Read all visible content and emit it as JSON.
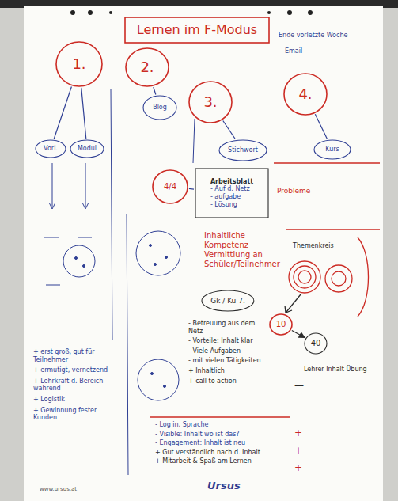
{
  "diagram": {
    "title": "Lernen im F-Modus",
    "nodes": [
      {
        "text": [
          "1."
        ]
      },
      {
        "text": [
          "2."
        ]
      },
      {
        "text": [
          "3."
        ]
      },
      {
        "text": [
          "4."
        ]
      },
      {
        "text": [
          "Vorl."
        ]
      },
      {
        "text": [
          "Modul"
        ]
      },
      {
        "text": [
          "Blog"
        ]
      },
      {
        "text": [
          "Stichwort"
        ]
      },
      {
        "text": [
          "Kurs"
        ]
      },
      {
        "text": [
          "4/4"
        ]
      },
      {
        "text": [
          "Arbeitsblatt",
          "- Auf d. Netz",
          "- aufgabe",
          "- Lösung"
        ]
      },
      {
        "text": [
          "Gk / Kü 7."
        ]
      },
      {
        "text": [
          "10"
        ]
      },
      {
        "text": [
          "40"
        ]
      }
    ],
    "edges": [
      {
        "from": 0,
        "to": 4,
        "arrow": "none"
      },
      {
        "from": 0,
        "to": 5,
        "arrow": "none"
      },
      {
        "from": 1,
        "to": 6,
        "arrow": "none"
      },
      {
        "from": 2,
        "to": 7,
        "arrow": "none"
      },
      {
        "from": 3,
        "to": 8,
        "arrow": "none"
      },
      {
        "from": 9,
        "to": 10,
        "arrow": "none"
      },
      {
        "from": 12,
        "to": 13,
        "arrow": "to"
      }
    ],
    "labels": [
      "Ende vorletzte Woche",
      "Email",
      "Probleme",
      "Inhaltliche Kompetenz Vermittlung an Schüler/Teilnehmer",
      "Themenkreis",
      "+ erst groß, gut für Teilnehmer",
      "+ ermutigt, vernetzend",
      "+ Lehrkraft d. Bereich während",
      "+ Logistik",
      "+ Gewinnung fester Kunden",
      "- Betreuung aus dem Netz",
      "- Vorteile: Inhalt klar",
      "- Viele Aufgaben",
      "- mit vielen Tätigkeiten",
      "+ Inhaltlich",
      "+ call to action",
      "Lehrer Inhalt Übung",
      "—",
      "—",
      "+",
      "+",
      "+",
      "- Log in, Sprache",
      "- Visible: Inhalt wo ist das?",
      "- Engagement: Inhalt ist neu",
      "+ Gut verständlich nach d. Inhalt",
      "+ Mitarbeit & Spaß am Lernen",
      "Ursus",
      "www.ursus.at"
    ]
  }
}
